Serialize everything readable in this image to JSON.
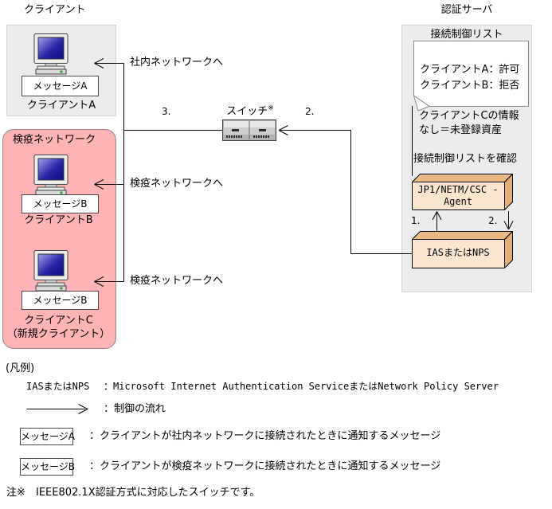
{
  "diagram": {
    "client_section": {
      "title": "クライアント",
      "client_a": {
        "message_label": "メッセージA",
        "name": "クライアントA"
      },
      "quarantine": {
        "title": "検疫ネットワーク",
        "client_b": {
          "message_label": "メッセージB",
          "name": "クライアントB"
        },
        "client_c": {
          "message_label": "メッセージB",
          "name": "クライアントC",
          "name_note": "（新規クライアント）"
        }
      }
    },
    "connections": {
      "to_internal": "社内ネットワークへ",
      "to_quarantine_b": "検疫ネットワークへ",
      "to_quarantine_c": "検疫ネットワークへ",
      "step1": "1.",
      "step2_agent": "2.",
      "step2_switch": "2.",
      "step3": "3."
    },
    "switch": {
      "label": "スイッチ",
      "note_mark": "※"
    },
    "server_section": {
      "title": "認証サーバ",
      "list_title": "接続制御リスト",
      "note": {
        "line1": "クライアントA：許可",
        "line2": "クライアントB：拒否"
      },
      "annotation": {
        "line1": "クライアントCの情報",
        "line2": "なし＝未登録資産"
      },
      "check_label": "接続制御リストを確認",
      "agent_box": {
        "line1": "JP1/NETM/CSC -",
        "line2": "Agent"
      },
      "ias_box": {
        "label": "IASまたはNPS"
      }
    }
  },
  "legend": {
    "title": "(凡例)",
    "row1_term": "IASまたはNPS",
    "row1_desc": "：Microsoft Internet Authentication ServiceまたはNetwork Policy Server",
    "row2_desc": "：制御の流れ",
    "row3_term": "メッセージA",
    "row3_desc": "：クライアントが社内ネットワークに接続されたときに通知するメッセージ",
    "row4_term": "メッセージB",
    "row4_desc": "：クライアントが検疫ネットワークに接続されたときに通知するメッセージ"
  },
  "footnote": {
    "mark": "注※",
    "text": "IEEE802.1X認証方式に対応したスイッチです。"
  },
  "colors": {
    "quarantine_fill": "#ffb3b3",
    "panel_fill": "#ececec",
    "box3d_front": "#fae6cf",
    "box3d_side": "#e2ac72",
    "box3d_top": "#e8bb84",
    "screen_blue": "#0a0a80",
    "line": "#000000"
  }
}
